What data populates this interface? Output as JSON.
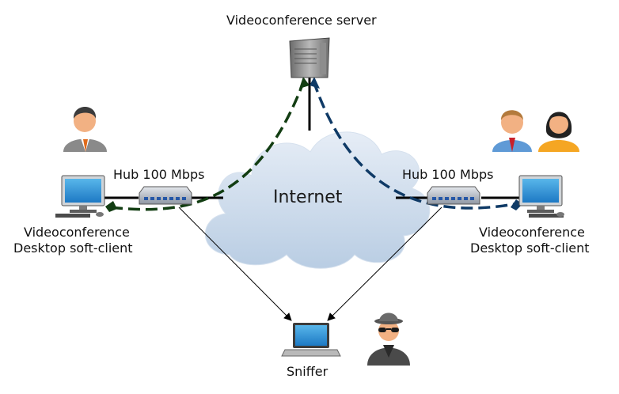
{
  "labels": {
    "server": "Videoconference server",
    "internet": "Internet",
    "hub_left": "Hub 100 Mbps",
    "hub_right": "Hub 100 Mbps",
    "client_left_line1": "Videoconference",
    "client_left_line2": "Desktop soft-client",
    "client_right_line1": "Videoconference",
    "client_right_line2": "Desktop soft-client",
    "sniffer": "Sniffer"
  },
  "colors": {
    "left_stream": "#123d12",
    "right_stream": "#0f3a66",
    "cloud_fill": "#c9d8ea",
    "link": "#000000"
  },
  "icons": {
    "server": "server-tower-icon",
    "left_user": "businessman-icon",
    "right_users": "user-pair-icon",
    "sniffer_user": "spy-icon",
    "monitors": "desktop-monitor-icon",
    "hubs": "network-hub-icon",
    "laptop": "laptop-icon"
  }
}
